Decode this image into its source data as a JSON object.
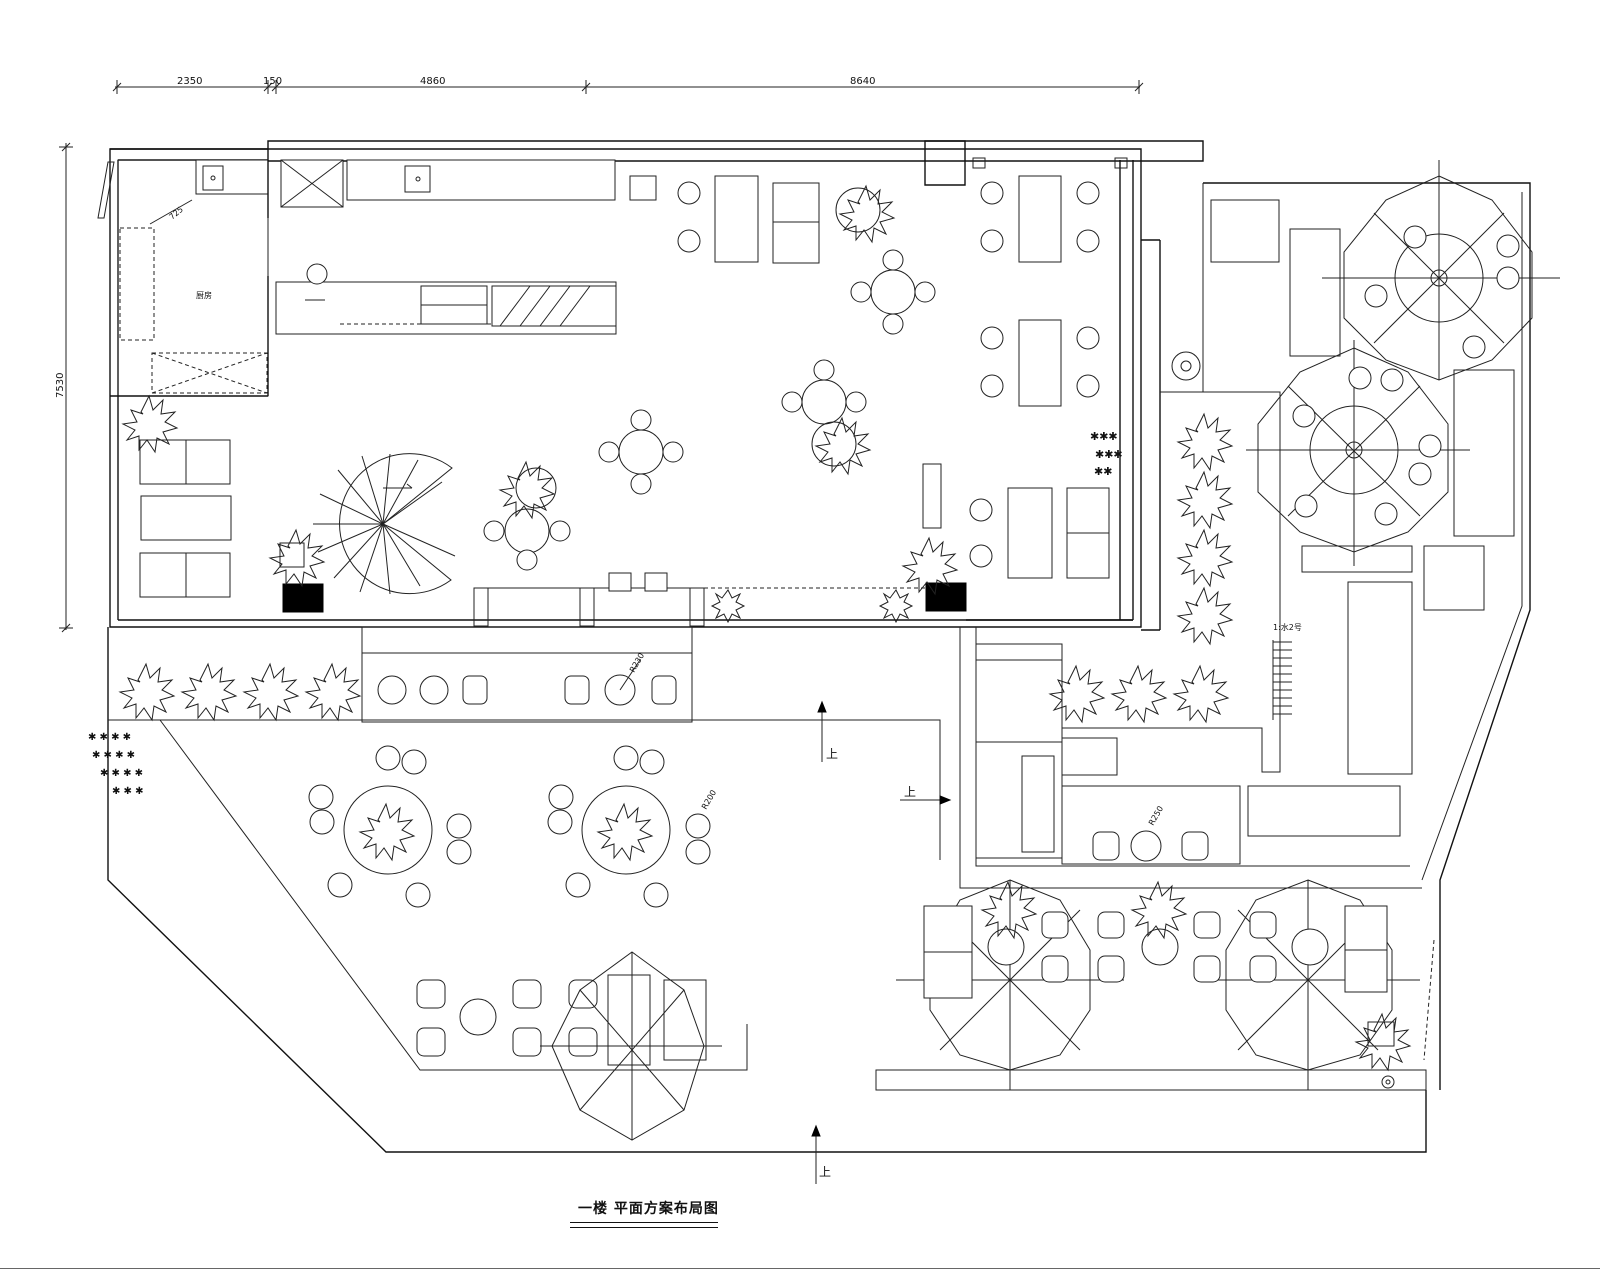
{
  "title": "一楼 平面方案布局图",
  "dimensions": {
    "d1": "2350",
    "d2": "150",
    "d3": "4860",
    "d4": "8640",
    "vertical": "7530"
  },
  "labels": {
    "up1": "上",
    "up2": "上",
    "up3": "上",
    "radius_r230": "R230",
    "radius_r200": "R200",
    "radius_r250": "R250",
    "kitchen": "厨房",
    "stair_text": "1:水2号",
    "d725": "725"
  }
}
